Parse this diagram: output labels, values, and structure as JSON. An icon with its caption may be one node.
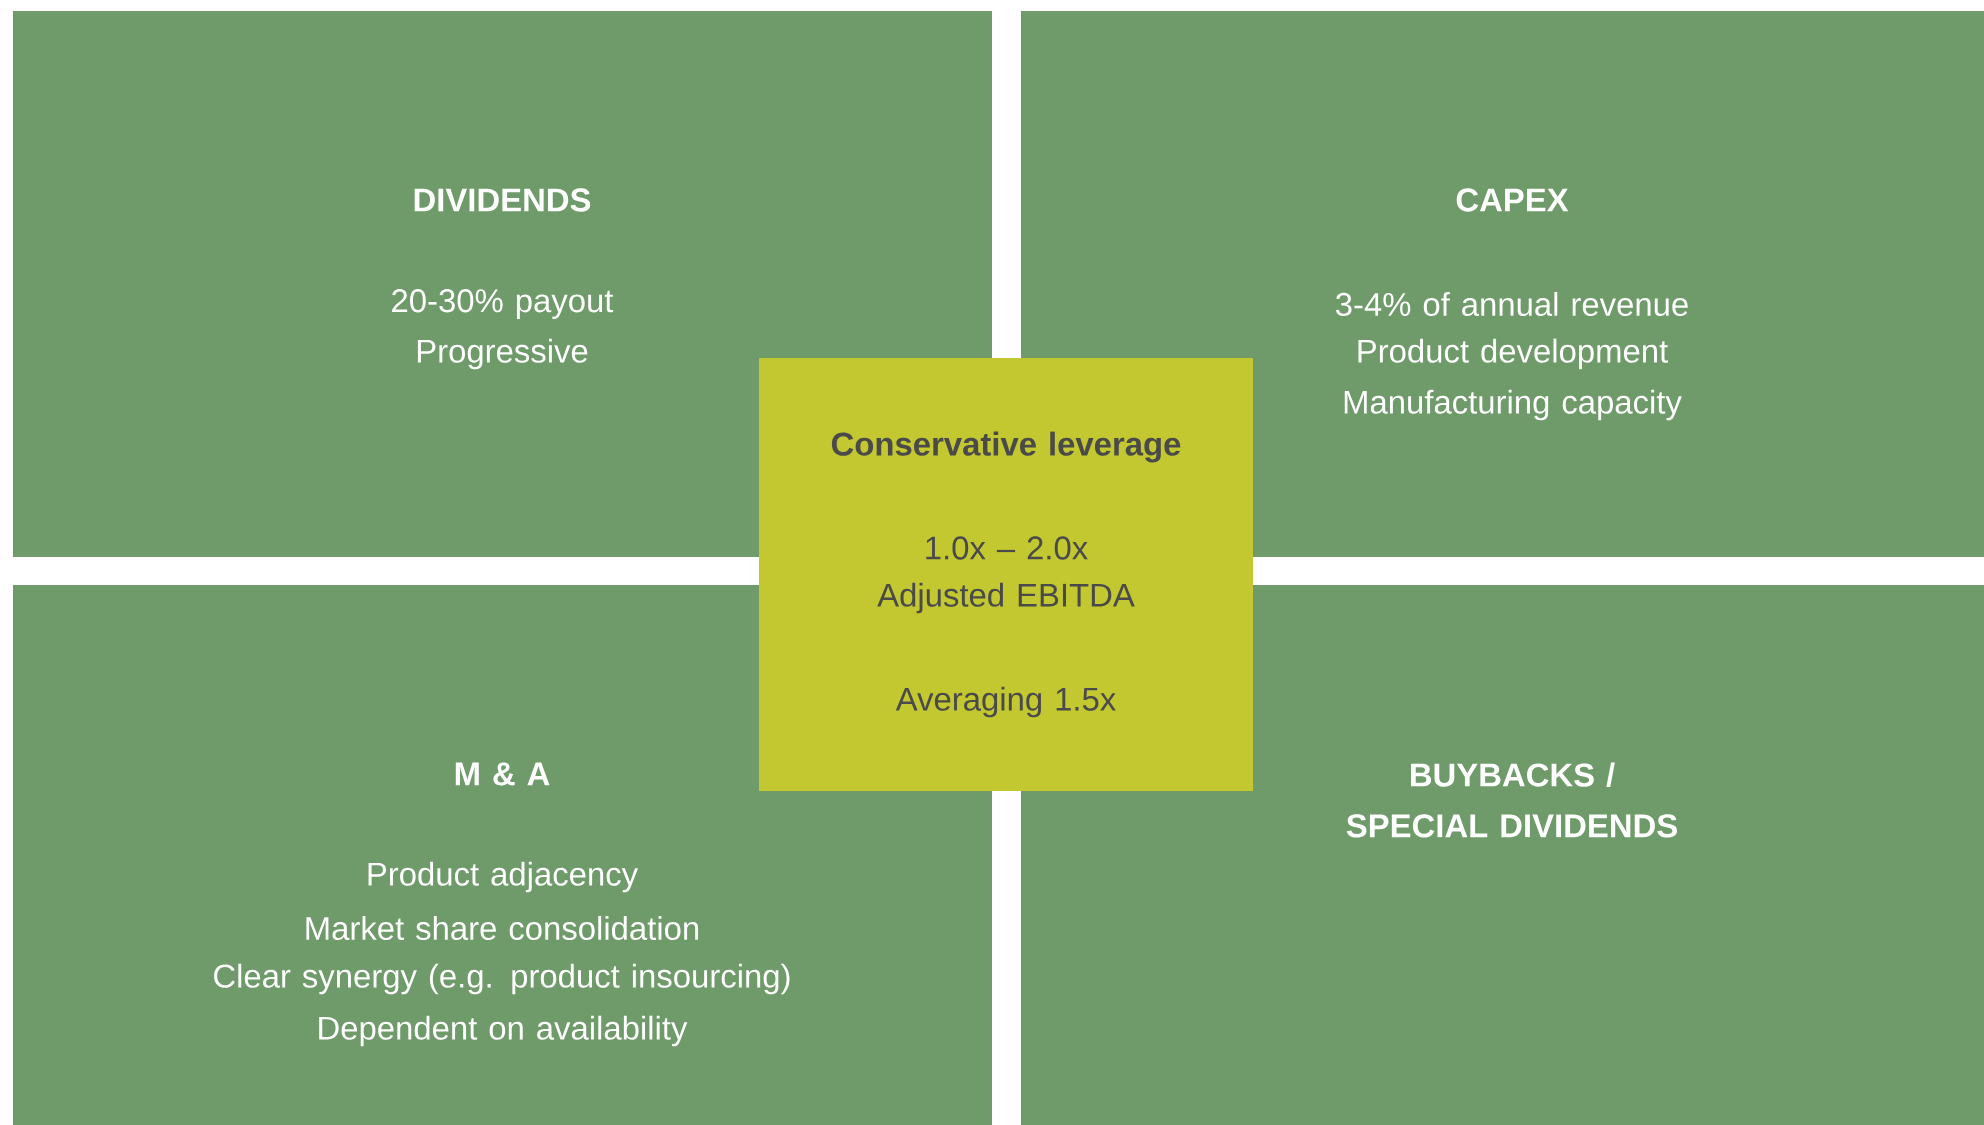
{
  "diagram": {
    "nodes": [
      {
        "text": [
          "DIVIDENDS",
          "20-30% payout",
          "Progressive"
        ]
      },
      {
        "text": [
          "CAPEX",
          "3-4% of annual revenue",
          "Product development",
          "Manufacturing capacity"
        ]
      },
      {
        "text": [
          "M & A",
          "Product adjacency",
          "Market share consolidation",
          "Clear synergy (e.g. product insourcing)",
          "Dependent on availability"
        ]
      },
      {
        "text": [
          "BUYBACKS / SPECIAL DIVIDENDS"
        ]
      },
      {
        "text": [
          "Conservative leverage",
          "1.0x – 2.0x",
          "Adjusted EBITDA",
          "Averaging 1.5x"
        ]
      }
    ]
  }
}
